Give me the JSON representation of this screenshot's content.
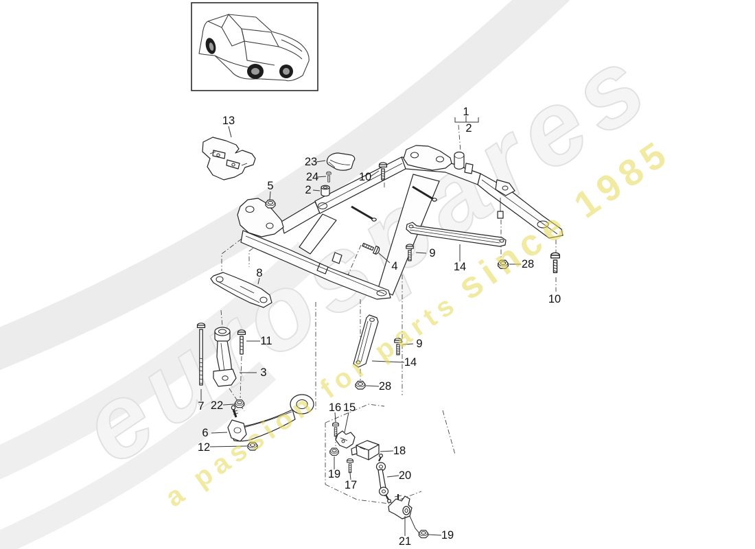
{
  "watermark": {
    "brand_text": "eurospares",
    "tagline_part1": "a passion for parts",
    "tagline_part2": "since 1985",
    "brand_color": "#f5f5f5",
    "brand_outline_color": "#e0e0e0",
    "tagline_color": "#e7da57",
    "swoosh_color": "#ececec"
  },
  "callouts": [
    {
      "label": "1"
    },
    {
      "label": "2"
    },
    {
      "label": "13"
    },
    {
      "label": "23"
    },
    {
      "label": "24"
    },
    {
      "label": "2"
    },
    {
      "label": "5"
    },
    {
      "label": "10"
    },
    {
      "label": "4"
    },
    {
      "label": "9"
    },
    {
      "label": "14"
    },
    {
      "label": "28"
    },
    {
      "label": "10"
    },
    {
      "label": "8"
    },
    {
      "label": "11"
    },
    {
      "label": "3"
    },
    {
      "label": "7"
    },
    {
      "label": "22"
    },
    {
      "label": "6"
    },
    {
      "label": "12"
    },
    {
      "label": "16"
    },
    {
      "label": "15"
    },
    {
      "label": "18"
    },
    {
      "label": "19"
    },
    {
      "label": "17"
    },
    {
      "label": "20"
    },
    {
      "label": "9"
    },
    {
      "label": "14"
    },
    {
      "label": "28"
    },
    {
      "label": "21"
    },
    {
      "label": "19"
    }
  ]
}
